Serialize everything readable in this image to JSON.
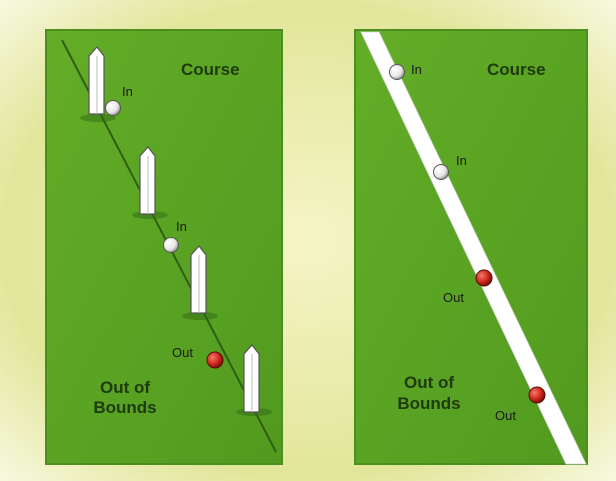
{
  "panels": [
    {
      "course_label": "Course",
      "out_label_line1": "Out of",
      "out_label_line2": "Bounds",
      "balls": [
        {
          "label": "In",
          "status": "in"
        },
        {
          "label": "In",
          "status": "in"
        },
        {
          "label": "Out",
          "status": "out"
        }
      ],
      "boundary_type": "stakes"
    },
    {
      "course_label": "Course",
      "out_label_line1": "Out of",
      "out_label_line2": "Bounds",
      "balls": [
        {
          "label": "In",
          "status": "in"
        },
        {
          "label": "In",
          "status": "in"
        },
        {
          "label": "Out",
          "status": "out"
        },
        {
          "label": "Out",
          "status": "out"
        }
      ],
      "boundary_type": "painted-line"
    }
  ],
  "colors": {
    "frame_glow": "#e4e89a",
    "grass": "#5ca524",
    "grass_dark": "#3f7d16",
    "ball_in": "#ffffff",
    "ball_out": "#d42a1e",
    "stake": "#ffffff",
    "painted_line": "#ffffff"
  }
}
